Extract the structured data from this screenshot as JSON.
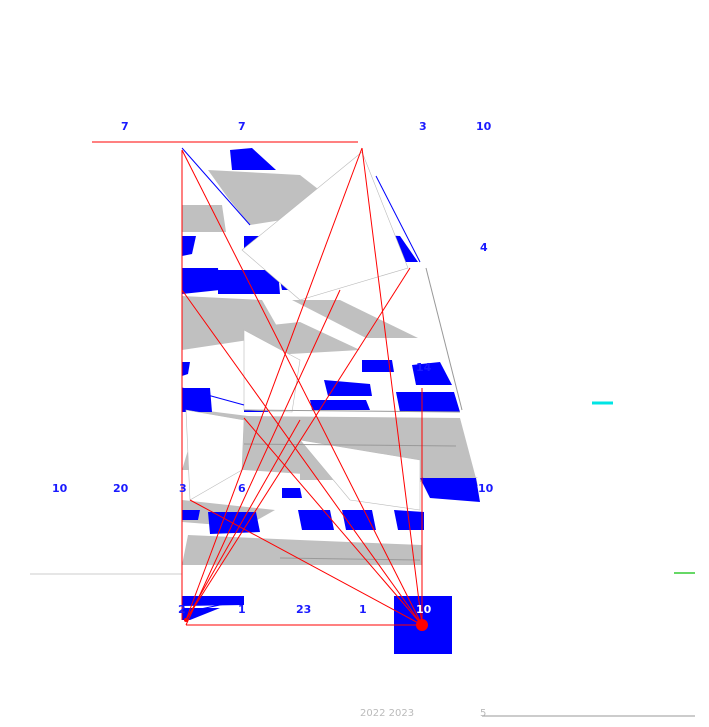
{
  "colors": {
    "fill_blue": "#0000ff",
    "fill_gray": "#c0c0c0",
    "edge_red": "#ff0000",
    "accent_cyan": "#00e5e5",
    "accent_green": "#33cc33"
  },
  "labels": {
    "top_1": "7",
    "top_2": "7",
    "top_3": "3",
    "top_4": "10",
    "right_mid": "4",
    "inner_mid": "14",
    "mid_1": "10",
    "mid_2": "20",
    "mid_3": "3",
    "mid_4": "6",
    "mid_5": "10",
    "bottom_1": "2",
    "bottom_2": "1",
    "bottom_3": "23",
    "bottom_4": "1",
    "bottom_5": "10",
    "footer_1": "2022 2023",
    "footer_2": "5"
  }
}
